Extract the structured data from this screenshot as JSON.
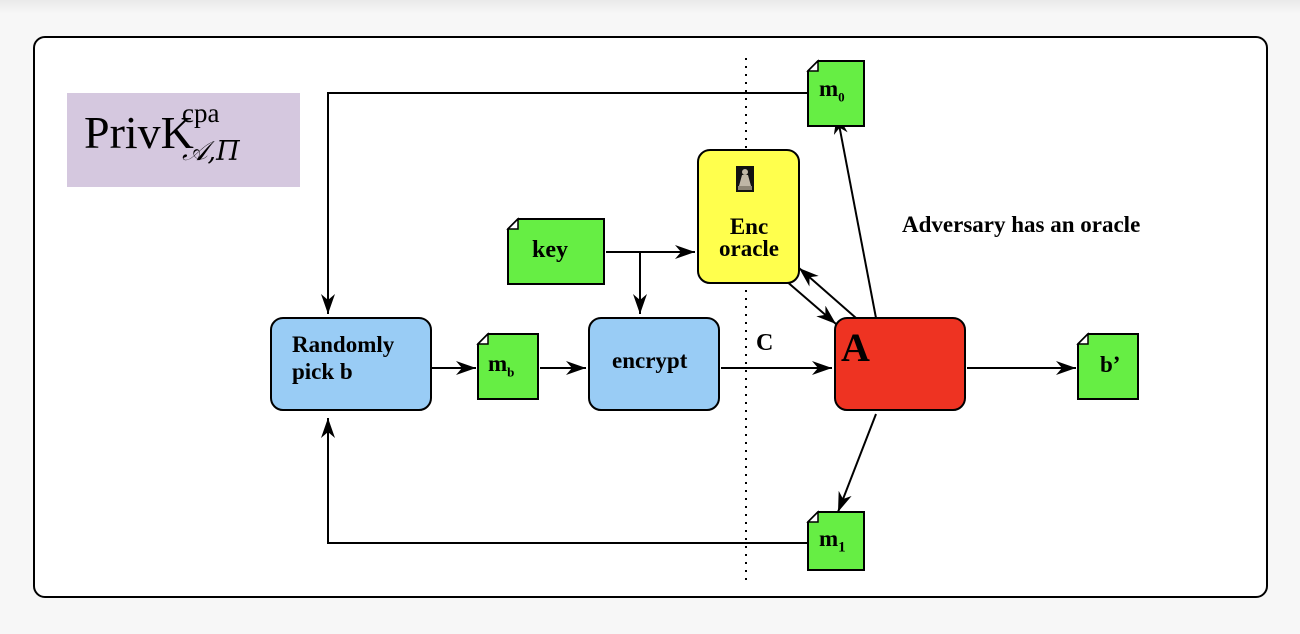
{
  "title": {
    "base": "PrivK",
    "superscript": "cpa",
    "subscript": "𝒜,Π"
  },
  "annotation": "Adversary has an oracle",
  "nodes": {
    "random_pick": "Randomly pick b",
    "encrypt": "encrypt",
    "adversary": "A",
    "enc_oracle": "Enc oracle"
  },
  "documents": {
    "key": "key",
    "mb": "m",
    "mb_sub": "b",
    "m0": "m",
    "m0_sub": "0",
    "m1": "m",
    "m1_sub": "1",
    "b_prime": "b’"
  },
  "edge_labels": {
    "ciphertext": "C"
  },
  "colors": {
    "blue_box": "#99ccf5",
    "red_box": "#ee3322",
    "yellow_box": "#ffff4d",
    "doc_green": "#66ee44",
    "title_bg": "#d5c8df"
  }
}
